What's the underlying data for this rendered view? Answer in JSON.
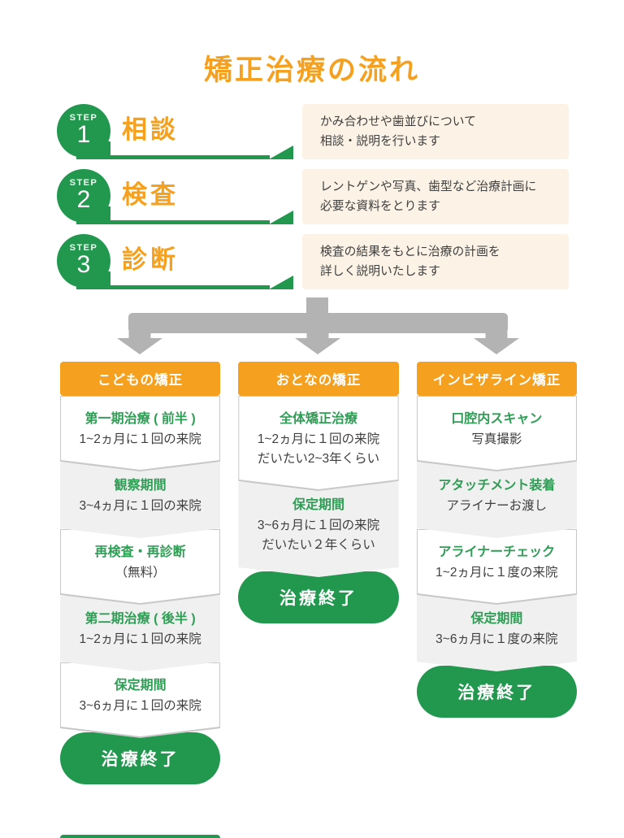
{
  "title": "矯正治療の流れ",
  "palette": {
    "orange": "#F5A01E",
    "green": "#22984F",
    "green_text": "#2E9E55",
    "cream_bg": "#FCF3E6",
    "arrow_gray": "#B3B3B3",
    "box_gray": "#F0F0F0",
    "box_border": "#C8C8C8",
    "text_dark": "#3F3F3F"
  },
  "icons": {
    "split_arrow": "three-way-down-arrow",
    "step_underline_arrow": "right-pointing-underline-arrow"
  },
  "steps": [
    {
      "badge": "STEP",
      "number": "1",
      "name": "相談",
      "description": [
        "かみ合わせや歯並びについて",
        "相談・説明を行います"
      ]
    },
    {
      "badge": "STEP",
      "number": "2",
      "name": "検査",
      "description": [
        "レントゲンや写真、歯型など治療計画に",
        "必要な資料をとります"
      ]
    },
    {
      "badge": "STEP",
      "number": "3",
      "name": "診断",
      "description": [
        "検査の結果をもとに治療の計画を",
        "詳しく説明いたします"
      ]
    }
  ],
  "columns": [
    {
      "header": "こどもの矯正",
      "boxes": [
        {
          "variant": "white",
          "title": "第一期治療 ( 前半 )",
          "lines": [
            "1~2ヵ月に１回の来院"
          ]
        },
        {
          "variant": "gray",
          "title": "観察期間",
          "lines": [
            "3~4ヵ月に１回の来院"
          ]
        },
        {
          "variant": "white",
          "title": "再検査・再診断",
          "lines": [
            "（無料）"
          ]
        },
        {
          "variant": "gray",
          "title": "第二期治療 ( 後半 )",
          "lines": [
            "1~2ヵ月に１回の来院"
          ]
        },
        {
          "variant": "white",
          "title": "保定期間",
          "lines": [
            "3~6ヵ月に１回の来院"
          ]
        }
      ],
      "end_label": "治療終了"
    },
    {
      "header": "おとなの矯正",
      "boxes": [
        {
          "variant": "white",
          "title": "全体矯正治療",
          "lines": [
            "1~2ヵ月に１回の来院",
            "だいたい2~3年くらい"
          ]
        },
        {
          "variant": "gray",
          "title": "保定期間",
          "lines": [
            "3~6ヵ月に１回の来院",
            "だいたい２年くらい"
          ]
        }
      ],
      "end_label": "治療終了"
    },
    {
      "header": "インビザライン矯正",
      "boxes": [
        {
          "variant": "white",
          "title": "口腔内スキャン",
          "lines": [
            "写真撮影"
          ]
        },
        {
          "variant": "gray",
          "title": "アタッチメント装着",
          "lines": [
            "アライナーお渡し"
          ]
        },
        {
          "variant": "white",
          "title": "アライナーチェック",
          "lines": [
            "1~2ヵ月に１度の来院"
          ]
        },
        {
          "variant": "gray",
          "title": "保定期間",
          "lines": [
            "3~6ヵ月に１度の来院"
          ]
        }
      ],
      "end_label": "治療終了"
    }
  ]
}
